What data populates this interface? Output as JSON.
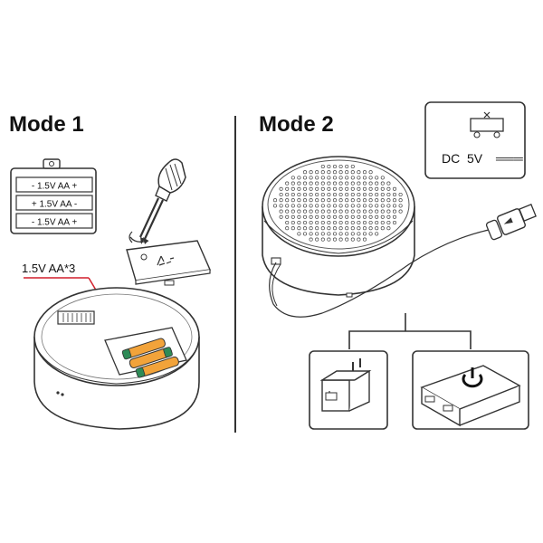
{
  "modes": {
    "mode1": {
      "title": "Mode 1"
    },
    "mode2": {
      "title": "Mode 2"
    }
  },
  "battery_holder": {
    "cells": [
      "- 1.5V AA +",
      "+ 1.5V AA -",
      "- 1.5V AA +"
    ]
  },
  "callouts": {
    "battery_count": "1.5V AA*3"
  },
  "power_box": {
    "label": "DC  5V",
    "symbol": "═══"
  },
  "colors": {
    "callout_line": "#d21f2b",
    "battery_fill": "#f2a33a",
    "battery_cap": "#2e8b57",
    "outline": "#333333"
  },
  "icons": [
    "screwdriver-icon",
    "charger-icon",
    "power-bank-icon",
    "power-icon",
    "usb-plug-icon",
    "train-pictogram-icon"
  ]
}
